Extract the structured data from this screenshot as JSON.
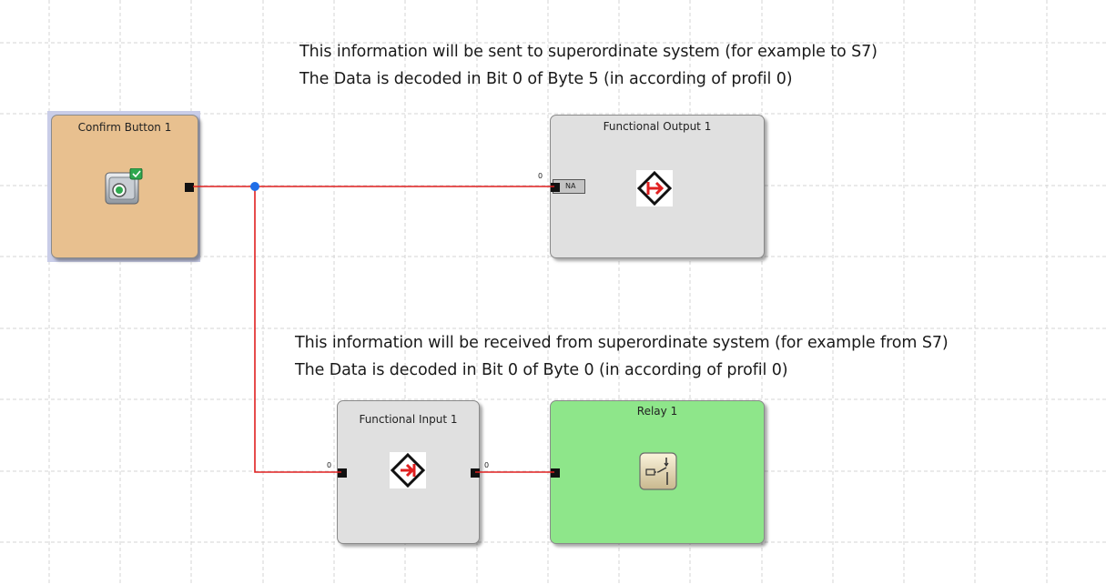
{
  "colors": {
    "wire": "#e02020",
    "junction": "#1e6ee8",
    "grid": "#d4d4d4",
    "confirm_block_fill": "#e8c08f",
    "neutral_block_fill": "#e0e0e0",
    "relay_block_fill": "#8ee68a"
  },
  "notes": {
    "output": {
      "line1": "This information will be sent to superordinate system (for example to S7)",
      "line2": "The Data is decoded in Bit 0 of Byte 5 (in according of profil 0)"
    },
    "input": {
      "line1": "This information will be received from superordinate system (for example from S7)",
      "line2": "The Data is decoded in Bit 0 of Byte 0 (in according of profil 0)"
    }
  },
  "blocks": {
    "confirm_button": {
      "title": "Confirm Button 1",
      "icon": "push-button-icon"
    },
    "functional_output": {
      "title": "Functional Output 1",
      "icon": "functional-output-icon",
      "input_port_label": "0",
      "input_port_value": "NA"
    },
    "functional_input": {
      "title": "Functional Input 1",
      "icon": "functional-input-icon",
      "input_port_label": "0",
      "output_port_label": "0"
    },
    "relay": {
      "title": "Relay 1",
      "icon": "relay-contact-icon"
    }
  }
}
